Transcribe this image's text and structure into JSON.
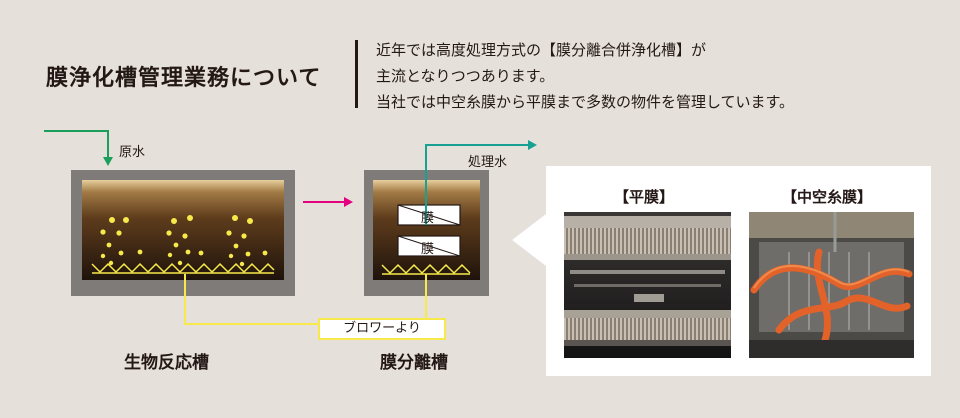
{
  "title": "膜浄化槽管理業務について",
  "description": [
    "近年では高度処理方式の【膜分離合併浄化槽】が",
    "主流となりつつあります。",
    "当社では中空糸膜から平膜まで多数の物件を管理しています。"
  ],
  "diagram": {
    "raw_water_label": "原水",
    "treated_water_label": "処理水",
    "blower_label": "ブロワーより",
    "membrane_label": "膜",
    "bio_tank_label": "生物反応槽",
    "separation_tank_label": "膜分離槽"
  },
  "photos": {
    "flat_title": "【平膜】",
    "hollow_title": "【中空糸膜】"
  },
  "colors": {
    "background": "#e5e0da",
    "tank_frame": "#7f7b78",
    "raw_water_arrow": "#1aa05a",
    "treated_water_arrow": "#16a192",
    "transfer_arrow": "#e4007f",
    "air_line": "#f7e94c",
    "bubble": "#f7e94c"
  }
}
